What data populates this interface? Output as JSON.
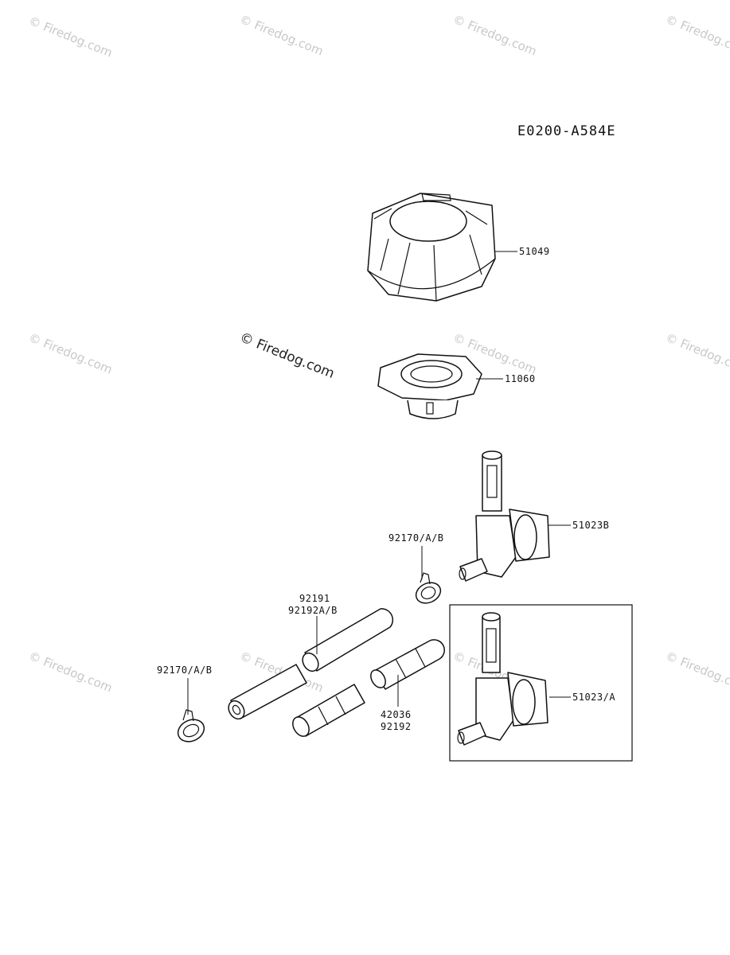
{
  "diagram_code": "E0200-A584E",
  "watermark": {
    "faint": "© Firedog.com",
    "prominent": "© Firedog.com"
  },
  "parts": {
    "cap": "51049",
    "cap_seat": "11060",
    "fuel_cock_b": "51023B",
    "fuel_cock_a": "51023/A",
    "clamp_upper": "92170/A/B",
    "clamp_lower": "92170/A/B",
    "hose_upper_1": "92191",
    "hose_upper_2": "92192A/B",
    "hose_lower_1": "42036",
    "hose_lower_2": "92192"
  }
}
